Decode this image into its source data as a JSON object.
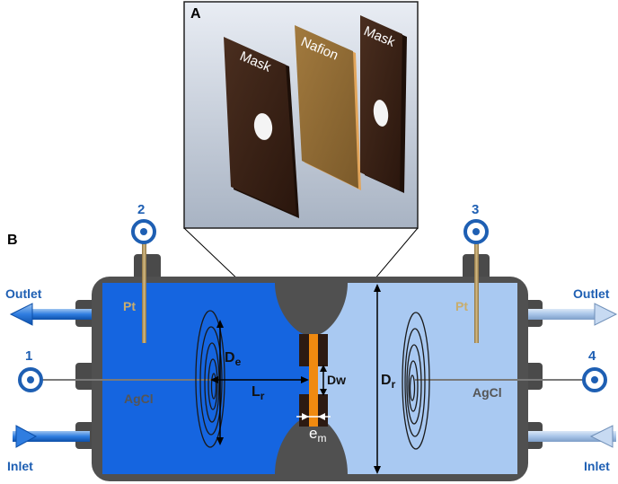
{
  "panel_a": {
    "label": "A",
    "layers": [
      "Mask",
      "Nafion",
      "Mask"
    ]
  },
  "panel_b": {
    "label": "B",
    "ports": {
      "left_top": "2",
      "right_top": "3",
      "left_mid": "1",
      "right_mid": "4"
    },
    "left_labels": {
      "outlet": "Outlet",
      "inlet": "Inlet",
      "electrode_top": "Pt",
      "electrode_mid": "AgCl"
    },
    "right_labels": {
      "outlet": "Outlet",
      "inlet": "Inlet",
      "electrode_top": "Pt",
      "electrode_mid": "AgCl"
    },
    "dimensions": {
      "de": "D",
      "de_sub": "e",
      "lr": "L",
      "lr_sub": "r",
      "dw": "Dw",
      "dr": "D",
      "dr_sub": "r",
      "em": "e",
      "em_sub": "m"
    }
  },
  "colors": {
    "left_chamber": "#1565e0",
    "right_chamber": "#a9c9f2",
    "body": "#555555",
    "port_blue": "#1e5fb3",
    "nafion": "#f08a10",
    "mask": "#3a2418",
    "electrode": "#b89a62"
  }
}
